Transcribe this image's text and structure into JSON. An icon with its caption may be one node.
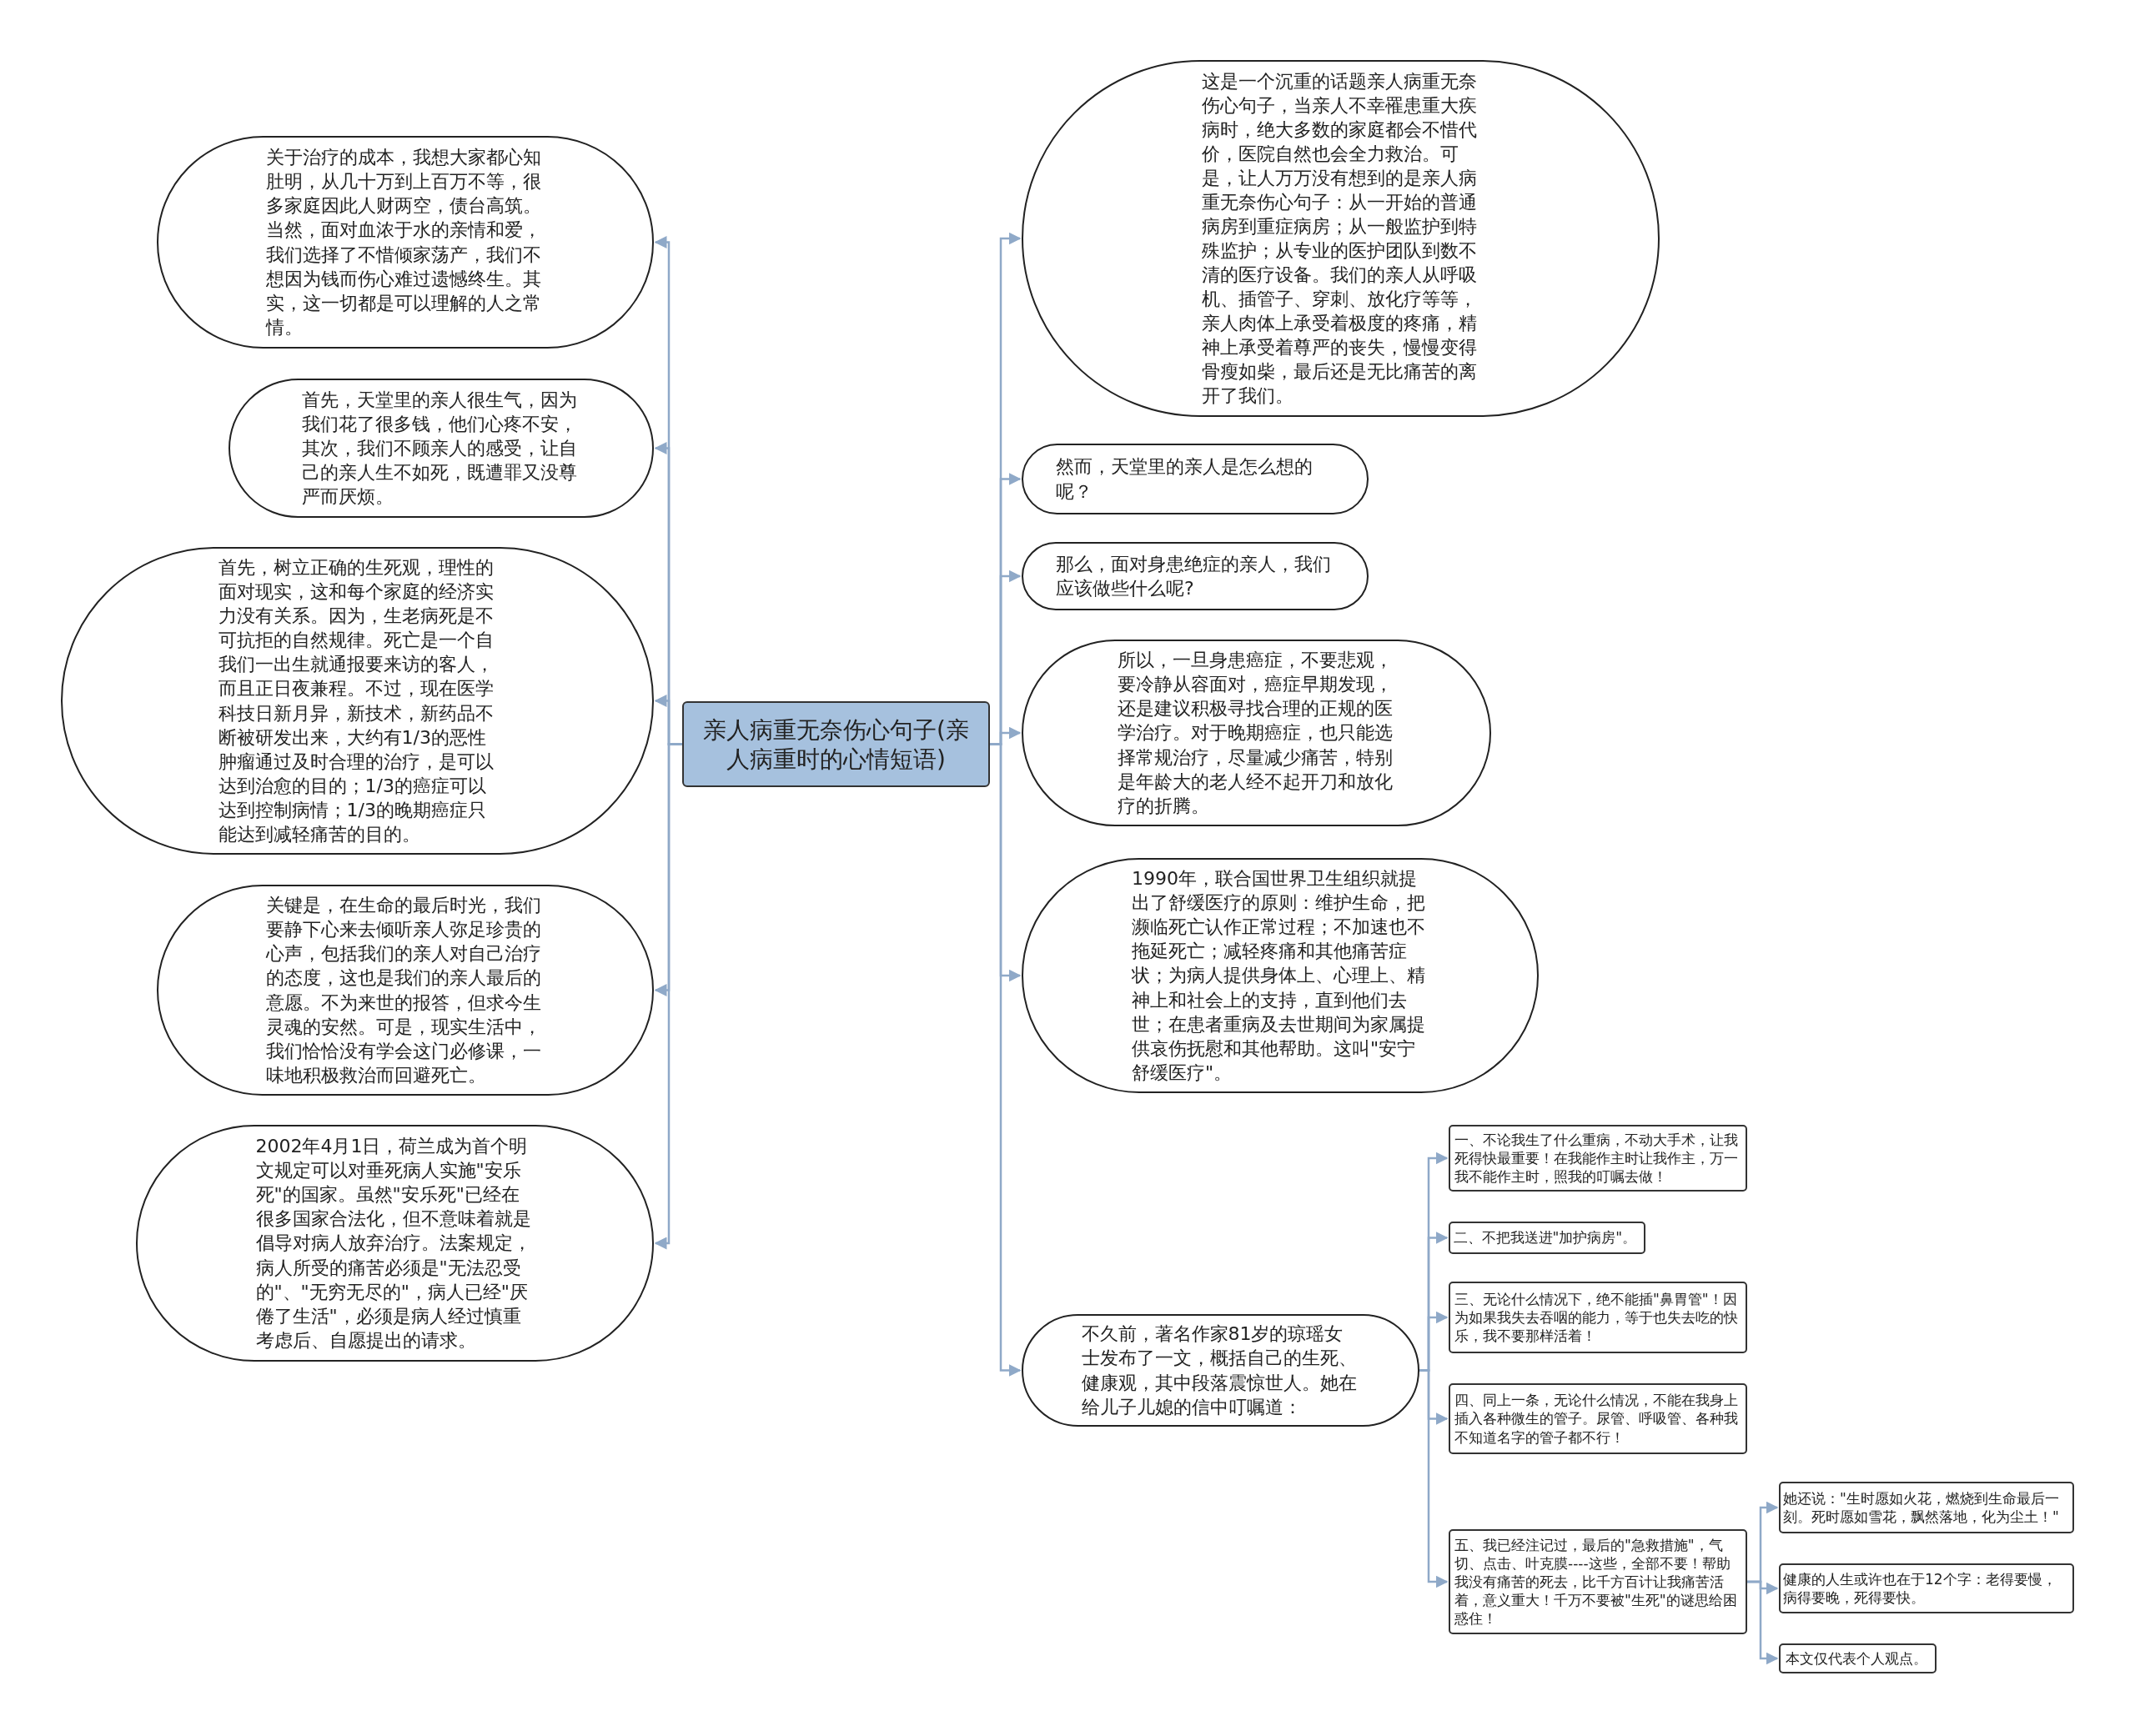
{
  "diagram": {
    "nodes": [
      {
        "text": [
          "亲人病重无奈伤心句子(亲人病重时的心情短语)"
        ]
      },
      {
        "text": [
          "关于治疗的成本，我想大家都心知肚明，从几十万到上百万不等，很多家庭因此人财两空，债台高筑。当然，面对血浓于水的亲情和爱，我们选择了不惜倾家荡产，我们不想因为钱而伤心难过遗憾终生。其实，这一切都是可以理解的人之常情。"
        ]
      },
      {
        "text": [
          "首先，天堂里的亲人很生气，因为我们花了很多钱，他们心疼不安，其次，我们不顾亲人的感受，让自己的亲人生不如死，既遭罪又没尊严而厌烦。"
        ]
      },
      {
        "text": [
          "首先，树立正确的生死观，理性的面对现实，这和每个家庭的经济实力没有关系。因为，生老病死是不可抗拒的自然规律。死亡是一个自我们一出生就通报要来访的客人，而且正日夜兼程。不过，现在医学科技日新月异，新技术，新药品不断被研发出来，大约有1/3的恶性肿瘤通过及时合理的治疗，是可以达到治愈的目的；1/3的癌症可以达到控制病情；1/3的晚期癌症只能达到减轻痛苦的目的。"
        ]
      },
      {
        "text": [
          "关键是，在生命的最后时光，我们要静下心来去倾听亲人弥足珍贵的心声，包括我们的亲人对自己治疗的态度，这也是我们的亲人最后的意愿。不为来世的报答，但求今生灵魂的安然。可是，现实生活中，我们恰恰没有学会这门必修课，一味地积极救治而回避死亡。"
        ]
      },
      {
        "text": [
          "2002年4月1日，荷兰成为首个明文规定可以对垂死病人实施\"安乐死\"的国家。虽然\"安乐死\"已经在很多国家合法化，但不意味着就是倡导对病人放弃治疗。法案规定，病人所受的痛苦必须是\"无法忍受的\"、\"无穷无尽的\"，病人已经\"厌倦了生活\"，必须是病人经过慎重考虑后、自愿提出的请求。"
        ]
      },
      {
        "text": [
          "这是一个沉重的话题亲人病重无奈伤心句子，当亲人不幸罹患重大疾病时，绝大多数的家庭都会不惜代价，医院自然也会全力救治。可是，让人万万没有想到的是亲人病重无奈伤心句子：从一开始的普通病房到重症病房；从一般监护到特殊监护；从专业的医护团队到数不清的医疗设备。我们的亲人从呼吸机、插管子、穿刺、放化疗等等，亲人肉体上承受着极度的疼痛，精神上承受着尊严的丧失，慢慢变得骨瘦如柴，最后还是无比痛苦的离开了我们。"
        ]
      },
      {
        "text": [
          "然而，天堂里的亲人是怎么想的呢？"
        ]
      },
      {
        "text": [
          "那么，面对身患绝症的亲人，我们应该做些什么呢?"
        ]
      },
      {
        "text": [
          "所以，一旦身患癌症，不要悲观，要冷静从容面对，癌症早期发现，还是建议积极寻找合理的正规的医学治疗。对于晚期癌症，也只能选择常规治疗，尽量减少痛苦，特别是年龄大的老人经不起开刀和放化疗的折腾。"
        ]
      },
      {
        "text": [
          "1990年，联合国世界卫生组织就提出了舒缓医疗的原则：维护生命，把濒临死亡认作正常过程；不加速也不拖延死亡；减轻疼痛和其他痛苦症状；为病人提供身体上、心理上、精神上和社会上的支持，直到他们去世；在患者重病及去世期间为家属提供哀伤抚慰和其他帮助。这叫\"安宁舒缓医疗\"。"
        ]
      },
      {
        "text": [
          "不久前，著名作家81岁的琼瑶女士发布了一文，概括自己的生死、健康观，其中段落震惊世人。她在给儿子儿媳的信中叮嘱道："
        ]
      },
      {
        "text": [
          "一、不论我生了什么重病，不动大手术，让我死得快最重要！在我能作主时让我作主，万一我不能作主时，照我的叮嘱去做！"
        ]
      },
      {
        "text": [
          "二、不把我送进\"加护病房\"。"
        ]
      },
      {
        "text": [
          "三、无论什么情况下，绝不能插\"鼻胃管\"！因为如果我失去吞咽的能力，等于也失去吃的快乐，我不要那样活着！"
        ]
      },
      {
        "text": [
          "四、同上一条，无论什么情况，不能在我身上插入各种微生的管子。尿管、呼吸管、各种我不知道名字的管子都不行！"
        ]
      },
      {
        "text": [
          "五、我已经注记过，最后的\"急救措施\"，气切、点击、叶克膜----这些，全部不要！帮助我没有痛苦的死去，比千方百计让我痛苦活着，意义重大！千万不要被\"生死\"的谜思给困惑住！"
        ]
      },
      {
        "text": [
          "她还说：\"生时愿如火花，燃烧到生命最后一刻。死时愿如雪花，飘然落地，化为尘土！\""
        ]
      },
      {
        "text": [
          "健康的人生或许也在于12个字：老得要慢，病得要晚，死得要快。"
        ]
      },
      {
        "text": [
          "本文仅代表个人观点。"
        ]
      }
    ],
    "edges": [
      {
        "from": 0,
        "to": 1,
        "arrow": "to"
      },
      {
        "from": 0,
        "to": 2,
        "arrow": "to"
      },
      {
        "from": 0,
        "to": 3,
        "arrow": "to"
      },
      {
        "from": 0,
        "to": 4,
        "arrow": "to"
      },
      {
        "from": 0,
        "to": 5,
        "arrow": "to"
      },
      {
        "from": 0,
        "to": 6,
        "arrow": "to"
      },
      {
        "from": 0,
        "to": 7,
        "arrow": "to"
      },
      {
        "from": 0,
        "to": 8,
        "arrow": "to"
      },
      {
        "from": 0,
        "to": 9,
        "arrow": "to"
      },
      {
        "from": 0,
        "to": 10,
        "arrow": "to"
      },
      {
        "from": 0,
        "to": 11,
        "arrow": "to"
      },
      {
        "from": 11,
        "to": 12,
        "arrow": "to"
      },
      {
        "from": 11,
        "to": 13,
        "arrow": "to"
      },
      {
        "from": 11,
        "to": 14,
        "arrow": "to"
      },
      {
        "from": 11,
        "to": 15,
        "arrow": "to"
      },
      {
        "from": 11,
        "to": 16,
        "arrow": "to"
      },
      {
        "from": 16,
        "to": 17,
        "arrow": "to"
      },
      {
        "from": 16,
        "to": 18,
        "arrow": "to"
      },
      {
        "from": 16,
        "to": 19,
        "arrow": "to"
      }
    ]
  }
}
